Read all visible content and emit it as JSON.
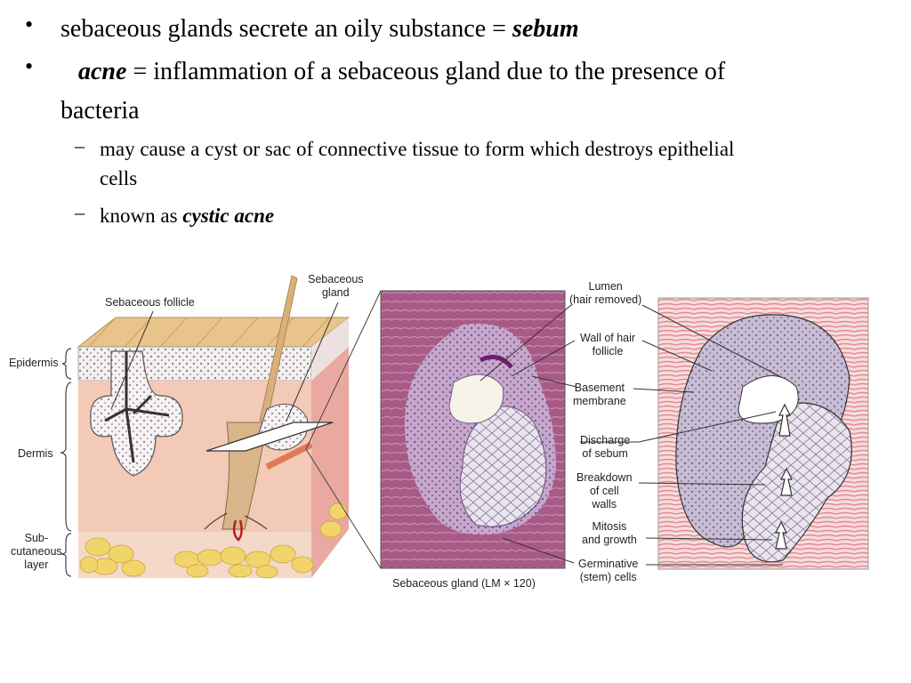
{
  "bullets": [
    {
      "text": "sebaceous glands secrete an oily substance = ",
      "emph": "sebum"
    },
    {
      "emph": "acne",
      "text_line1": " = inflammation of a sebaceous gland due to the presence of",
      "text_line2": "bacteria"
    }
  ],
  "subbullets": [
    {
      "line1": "may cause a cyst or sac of connective tissue to form which destroys epithelial",
      "line2": "cells"
    },
    {
      "text": "known as ",
      "emph": "cystic acne"
    }
  ],
  "markers": {
    "bullet": "•",
    "dash": "–"
  },
  "figure": {
    "left_labels": {
      "sebaceous_follicle": "Sebaceous follicle",
      "sebaceous_gland": [
        "Sebaceous",
        "gland"
      ],
      "epidermis": "Epidermis",
      "dermis": "Dermis",
      "subcutaneous": [
        "Sub-",
        "cutaneous",
        "layer"
      ]
    },
    "micrograph_caption": "Sebaceous gland (LM × 120)",
    "right_labels": {
      "lumen": [
        "Lumen",
        "(hair removed)"
      ],
      "wall": [
        "Wall of hair",
        "follicle"
      ],
      "basement": [
        "Basement",
        "membrane"
      ],
      "discharge": [
        "Discharge",
        "of sebum"
      ],
      "breakdown": [
        "Breakdown",
        "of cell",
        "walls"
      ],
      "mitosis": [
        "Mitosis",
        "and growth"
      ],
      "germinative": [
        "Germinative",
        "(stem) cells"
      ]
    }
  },
  "colors": {
    "skin_top": "#e8c48a",
    "dermis": "#f3c9b8",
    "fat": "#f2d56a",
    "micrograph_bg": "#b86a8c",
    "gland_tissue": "#8a6aa8",
    "drawing_tissue": "#f1b8b8"
  }
}
